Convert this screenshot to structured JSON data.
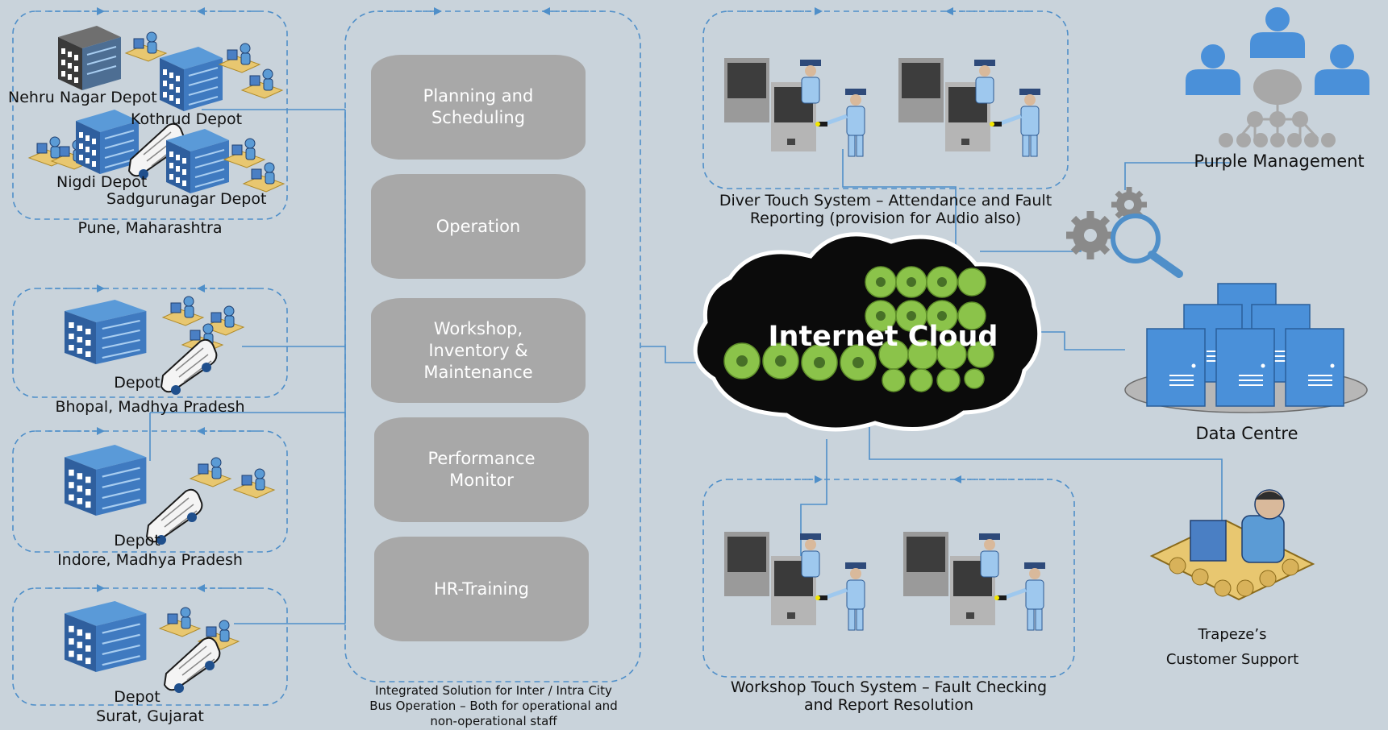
{
  "regions": [
    {
      "name": "Pune, Maharashtra",
      "depots": [
        "Nehru Nagar Depot",
        "Kothrud Depot",
        "Nigdi Depot",
        "Sadgurunagar Depot"
      ]
    },
    {
      "name": "Bhopal, Madhya Pradesh",
      "depots": [
        "Depot"
      ]
    },
    {
      "name": "Indore, Madhya Pradesh",
      "depots": [
        "Depot"
      ]
    },
    {
      "name": "Surat, Gujarat",
      "depots": [
        "Depot"
      ]
    }
  ],
  "modules": [
    {
      "lines": [
        "Planning and",
        "Scheduling"
      ]
    },
    {
      "lines": [
        "Operation"
      ]
    },
    {
      "lines": [
        "Workshop,",
        "Inventory &",
        "Maintenance"
      ]
    },
    {
      "lines": [
        "Performance",
        "Monitor"
      ]
    },
    {
      "lines": [
        "HR-Training"
      ]
    }
  ],
  "integrated_caption": [
    "Integrated Solution for Inter / Intra City",
    "Bus Operation – Both for operational and",
    "non-operational staff"
  ],
  "cloud": {
    "title": "Internet Cloud"
  },
  "driver_system": {
    "lines": [
      "Diver Touch System – Attendance and Fault",
      "Reporting (provision for Audio also)"
    ]
  },
  "workshop_system": {
    "lines": [
      "Workshop Touch System – Fault Checking",
      "and Report Resolution"
    ]
  },
  "management": {
    "label": "Purple Management"
  },
  "data_centre": {
    "label": "Data Centre"
  },
  "support": {
    "lines": [
      "Trapeze’s",
      "Customer Support"
    ]
  },
  "colors": {
    "background": "#c9d3db",
    "connector": "#4f8fc9",
    "module_fill": "#a8a8a8",
    "building_front": "#2f64a8",
    "building_roof": "#5a9ad8",
    "people": "#5b9bd5",
    "cloud_fill": "#0b0b0b",
    "cloud_dots": "#8bc34a",
    "server": "#4a90d9"
  },
  "icons": [
    "building-icon",
    "staff-icon",
    "bus-icon",
    "kiosk-icon",
    "mechanic-icon",
    "cloud-icon",
    "gear-icon",
    "magnifier-icon",
    "org-chart-icon",
    "server-icon",
    "support-agent-icon"
  ]
}
